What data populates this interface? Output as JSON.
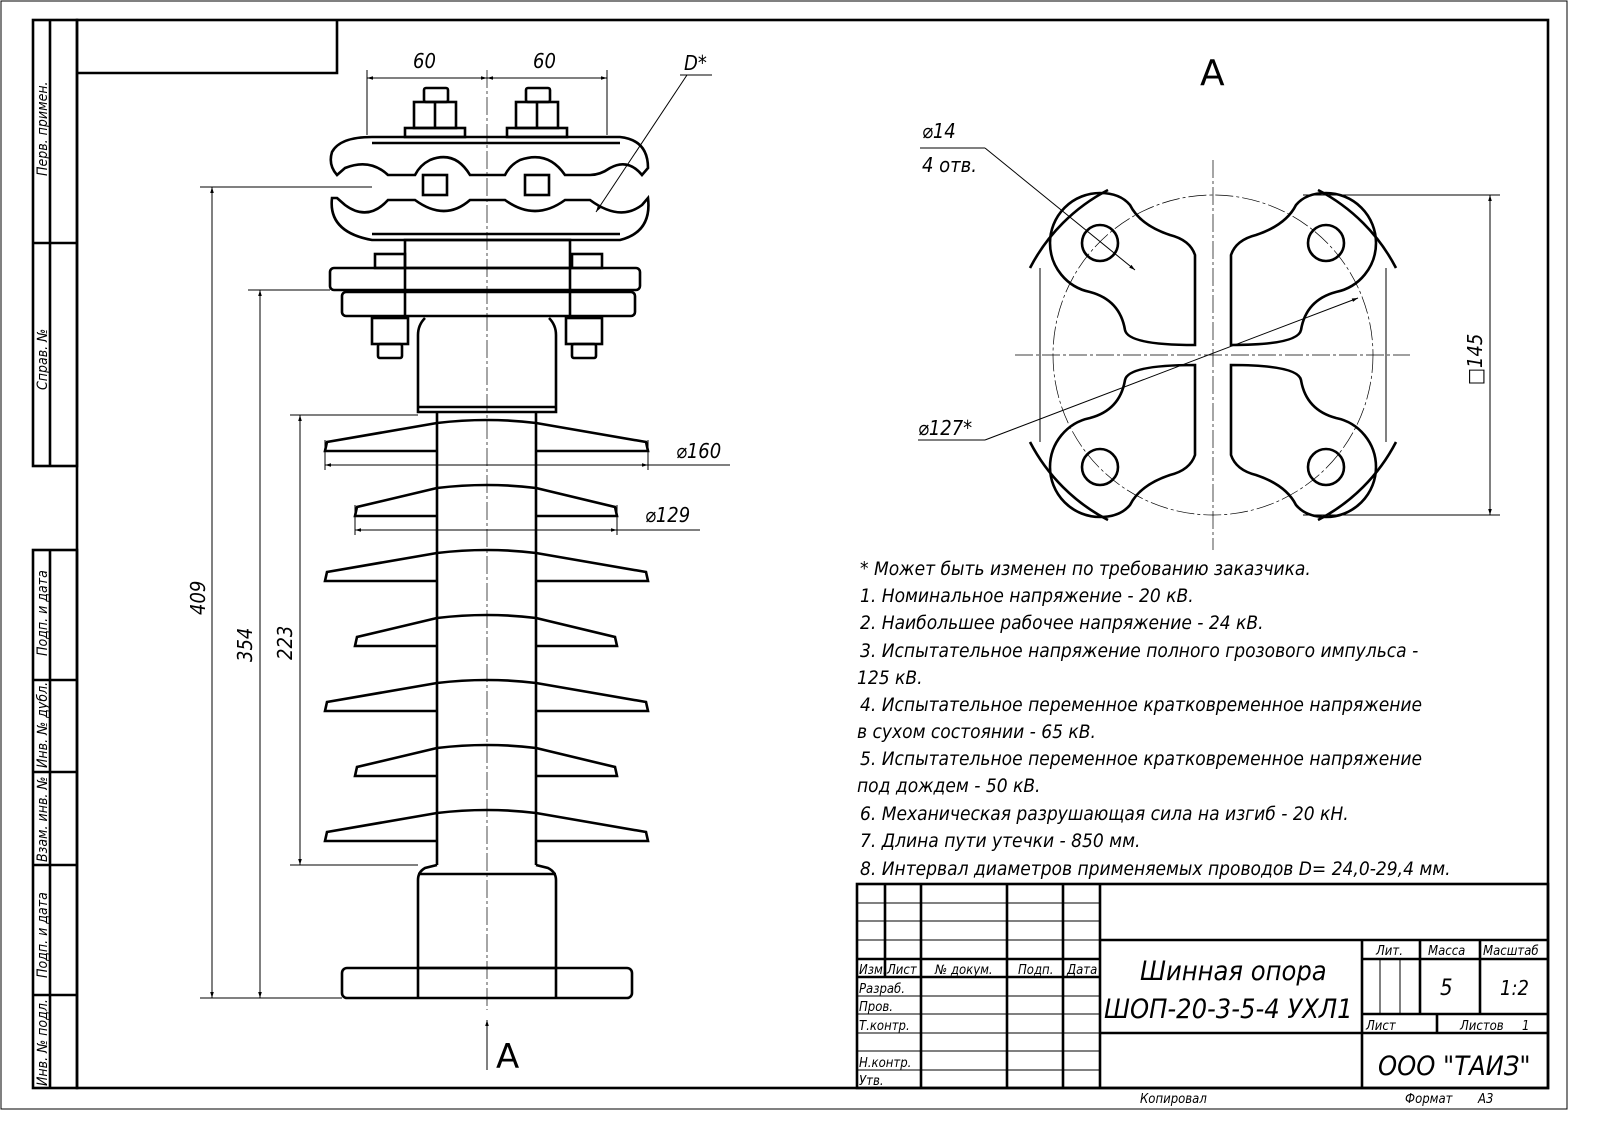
{
  "side_strip": {
    "labels": [
      "Перв. примен.",
      "Справ. №",
      "Подп. и дата",
      "Инв. № дубл.",
      "Взам. инв. №",
      "Подп. и дата",
      "Инв. № подл."
    ]
  },
  "front_view": {
    "dim_top_left": "60",
    "dim_top_right": "60",
    "dim_wire": "D*",
    "dim_height_total": "409",
    "dim_height_354": "354",
    "dim_height_223": "223",
    "dim_shed_large": "⌀160",
    "dim_shed_small": "⌀129",
    "view_arrow_label": "A"
  },
  "view_a": {
    "title": "A",
    "dim_hole": "⌀14",
    "dim_hole_count": "4 отв.",
    "dim_circle": "⌀127*",
    "dim_square": "□145"
  },
  "notes": [
    "* Может быть изменен по требованию заказчика.",
    "1. Номинальное напряжение - 20 кВ.",
    "2. Наибольшее рабочее напряжение - 24 кВ.",
    "3. Испытательное напряжение полного грозового импульса -",
    "125 кВ.",
    "4. Испытательное переменное кратковременное напряжение",
    "в сухом состоянии - 65 кВ.",
    "5. Испытательное переменное кратковременное напряжение",
    "под дождем - 50 кВ.",
    "6. Механическая разрушающая сила на изгиб - 20 кН.",
    "7. Длина пути утечки - 850 мм.",
    "8. Интервал диаметров применяемых проводов D= 24,0-29,4 мм."
  ],
  "title_block": {
    "headers": [
      "Изм.",
      "Лист",
      "№ докум.",
      "Подп.",
      "Дата"
    ],
    "roles": [
      "Разраб.",
      "Пров.",
      "Т.контр.",
      "",
      "Н.контр.",
      "Утв."
    ],
    "title_line1": "Шинная опора",
    "title_line2": "ШОП-20-3-5-4 УХЛ1",
    "lit_label": "Лит.",
    "mass_label": "Масса",
    "scale_label": "Масштаб",
    "mass_value": "5",
    "scale_value": "1:2",
    "sheet_label": "Лист",
    "sheets_label": "Листов",
    "sheets_value": "1",
    "company": "ООО \"ТАИЗ\""
  },
  "footer": {
    "copied": "Копировал",
    "format_label": "Формат",
    "format_value": "А3"
  }
}
